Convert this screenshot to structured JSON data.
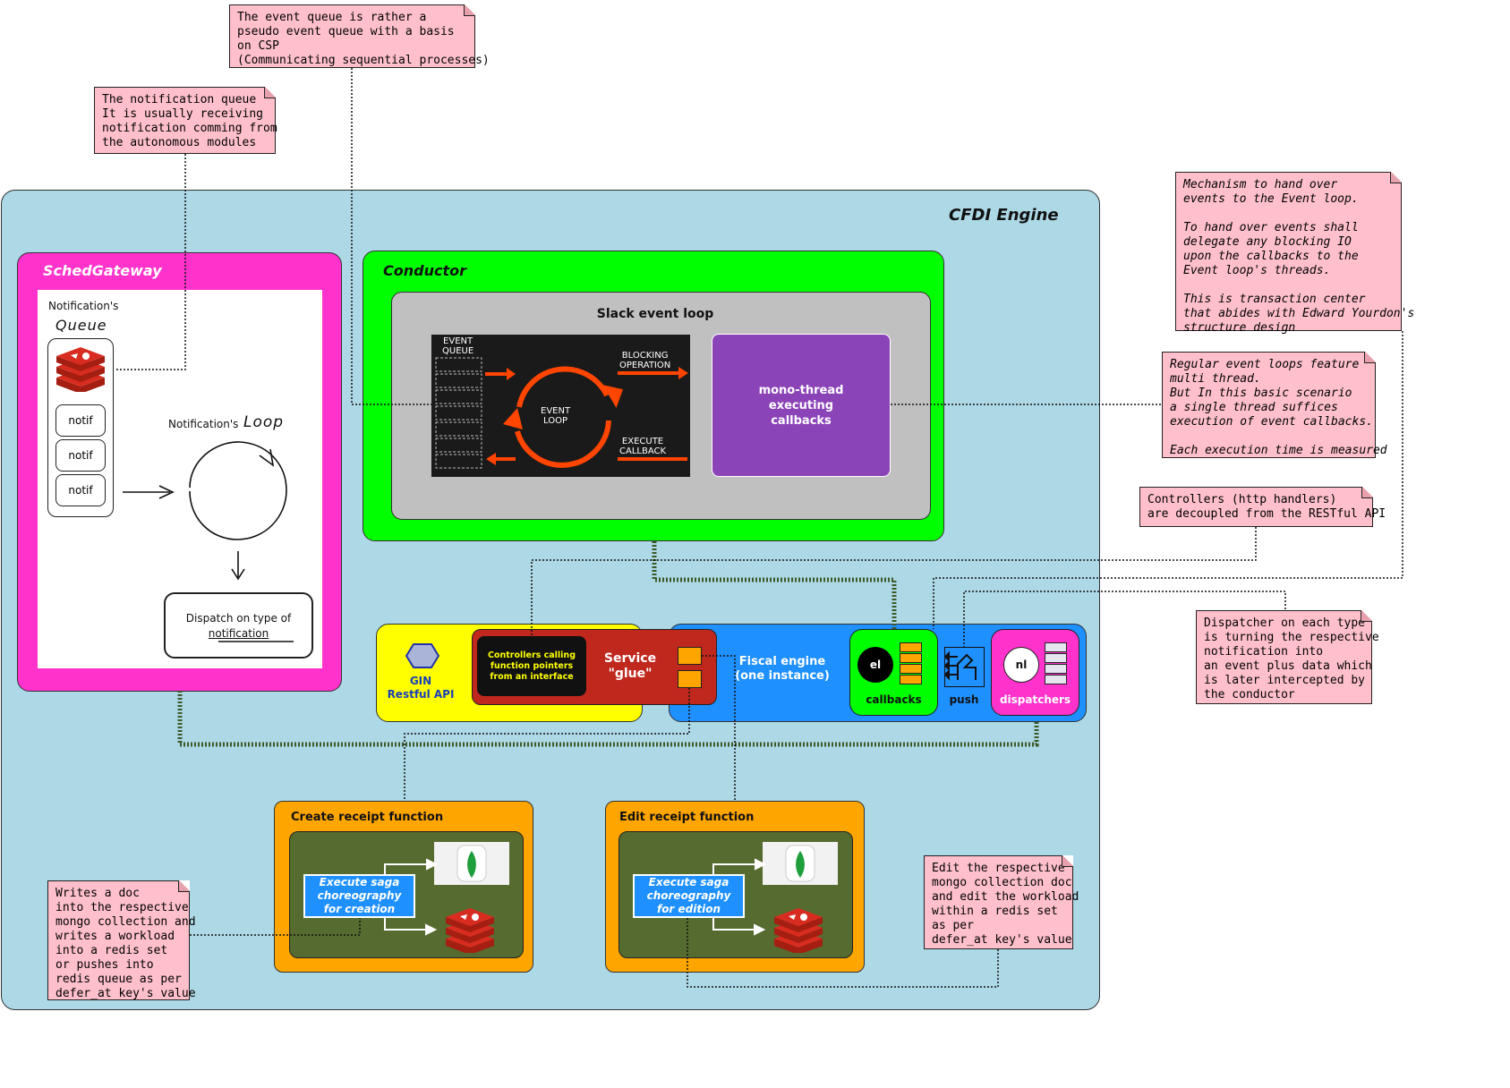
{
  "engine": {
    "title": "CFDI Engine"
  },
  "sched_gateway": {
    "title": "SchedGateway",
    "queue_label": "Notification's",
    "queue_word": "Queue",
    "notifs": [
      "notif",
      "notif",
      "notif"
    ],
    "loop_label": "Notification's",
    "loop_word": "Loop",
    "dispatch_label": "Dispatch on type of",
    "dispatch_link": "notification"
  },
  "conductor": {
    "title": "Conductor",
    "slack_title": "Slack event loop",
    "ev_queue": "EVENT\nQUEUE",
    "ev_loop": "EVENT\nLOOP",
    "blocking_op": "BLOCKING\nOPERATION",
    "exec_callback": "EXECUTE\nCALLBACK",
    "mono_thread": "mono-thread\nexecuting\ncallbacks"
  },
  "gin": {
    "label": "GIN\nRestful API"
  },
  "service": {
    "controllers": "Controllers calling\nfunction pointers\nfrom an interface",
    "label": "Service\n\"glue\""
  },
  "fiscal": {
    "label": "Fiscal engine\n(one instance)",
    "el_label": "el",
    "callbacks_label": "callbacks",
    "push_label": "push",
    "nl_label": "nl",
    "dispatchers_label": "dispatchers"
  },
  "create_receipt": {
    "title": "Create receipt function",
    "saga": "Execute saga\nchoreography\nfor creation"
  },
  "edit_receipt": {
    "title": "Edit receipt function",
    "saga": "Execute saga\nchoreography\nfor edition"
  },
  "notes": {
    "event_queue": "The event queue is rather a\npseudo event queue with a basis\non CSP\n(Communicating sequential processes)",
    "notification_queue": "The notification queue\nIt is usually receiving\nnotification comming from\nthe autonomous modules",
    "mechanism": "Mechanism to hand over\nevents to the Event loop.\n\nTo hand over events shall\ndelegate any blocking IO\nupon the callbacks to the\nEvent loop's threads.\n\nThis is transaction center\nthat abides with Edward Yourdon's\nstructure design",
    "regular_loops": "Regular event loops feature\nmulti thread.\nBut In this basic scenario\na single thread suffices\nexecution of event callbacks.\n\nEach execution time is measured",
    "controllers": "Controllers (http handlers)\nare decoupled from the RESTful API",
    "dispatcher": "Dispatcher on each type\nis turning the respective\nnotification into\nan event plus data which\nis later intercepted by\nthe conductor",
    "writes_doc": "Writes a doc\ninto the respective\nmongo collection and\nwrites a workload\ninto a redis set\nor pushes into\nredis queue as per\ndefer_at key's value",
    "edit_doc": "Edit the respective\nmongo collection doc\nand edit the workload\nwithin a redis set\nas per\ndefer_at key's value"
  },
  "colors": {
    "engine_bg": "#add8e6",
    "sched_magenta": "#ff33cc",
    "conductor_green": "#00ff00",
    "slack_gray": "#c0c0c0",
    "mono_purple": "#8b44b8",
    "gin_yellow": "#ffff00",
    "service_red": "#c0281e",
    "fiscal_blue": "#1e90ff",
    "receipt_orange": "#ffa500",
    "receipt_olive": "#556b2f",
    "note_pink": "#ffc0cb",
    "loop_orange": "#ff4500"
  }
}
